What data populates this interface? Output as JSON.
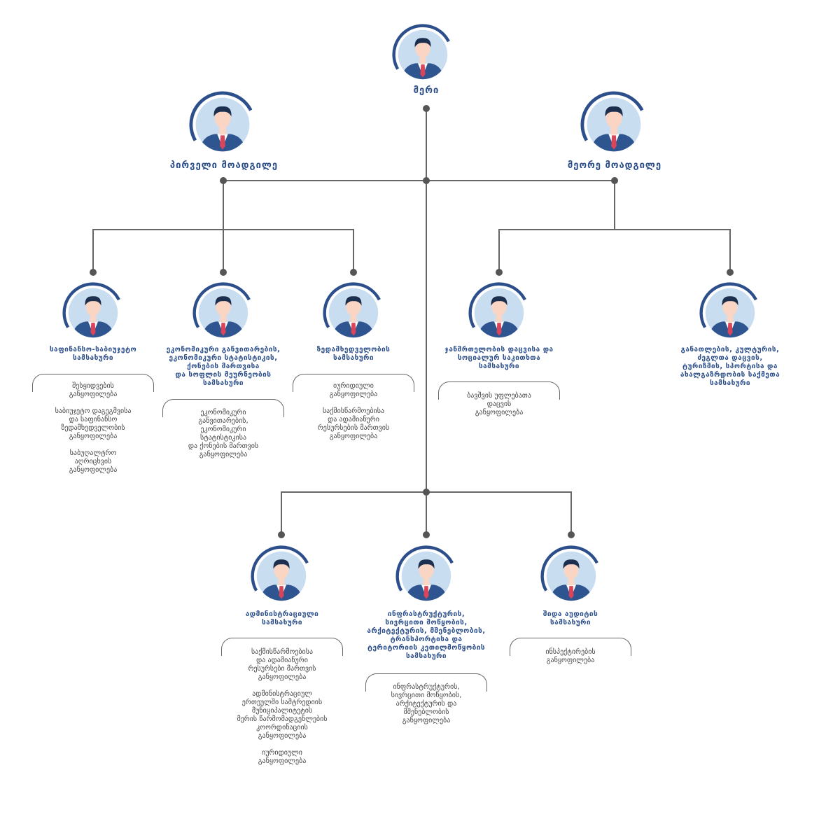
{
  "colors": {
    "title": "#2c4f8c",
    "line": "#666666",
    "ring": "#2c4f8c",
    "circle": "#c9ddf0",
    "suit": "#2f5590",
    "tie": "#d9455a",
    "skin": "#fbd5c4",
    "hair": "#1d2f4f"
  },
  "icon": "person-avatar-icon",
  "mayor": {
    "title": "მერი"
  },
  "deputy1": {
    "title": "პირველი მოადგილე"
  },
  "deputy2": {
    "title": "მეორე მოადგილე"
  },
  "finance": {
    "title": "საფინანსო-საბიუჯეტო\nსამსახური",
    "subs": [
      "შესყიდვების\nგანყოფილება",
      "საბიუჯეტო დაგეგმვისა\nდა საფინანსო\nზედამხედველობის\nგანყოფილება",
      "საბუღალტრო\nაღრიცხვის\nგანყოფილება"
    ]
  },
  "economy": {
    "title": "ეკონომიკური განვითარების,\nეკონომიკური სტატისტიკის,\nქონების მართვისა\nდა სოფლის მეურნეობის\nსამსახური",
    "subs": [
      "ეკონომიკური\nგანვითარების,\nეკონომიკური\nსტატისტიკისა\nდა ქონების მართვის\nგანყოფილება"
    ]
  },
  "supervision": {
    "title": "ზედამხედველობის\nსამსახური",
    "subs": [
      "იურიდიული\nგანყოფილება",
      "საქმისწარმოებისა\nდა ადამიანური\nრესურსების მართვის\nგანყოფილება"
    ]
  },
  "health": {
    "title": "ჯანმრთელობის დაცვისა და\nსოციალურ საკითხთა\nსამსახური",
    "subs": [
      "ბავშვის უფლებათა\nდაცვის\nგანყოფილება"
    ]
  },
  "education": {
    "title": "განათლების, კულტურის,\nძეგლთა დაცვის,\nტურიზმის, სპორტისა და\nახალგაზრდობის საქმეთა\nსამსახური",
    "subs": []
  },
  "admin": {
    "title": "ადმინისტრაციული\nსამსახური",
    "subs": [
      "საქმისწარმოებისა\nდა ადამიანური\nრესურსები მართვის\nგანყოფილება",
      "ადმინისტრაციულ\nერთეულში სამტრედიის\nმუნიციპალიტეტის\nმერის წარმომადგენლების\nკოორდინაციის\nგანყოფილება",
      "იურიდიული\nგანყოფილება"
    ]
  },
  "infra": {
    "title": "ინფრასტრუქტურის,\nსივრცითი მოწყობის,\nარქიტექტურის, მშენებლობის,\nტრანსპორტისა და\nტერიტორიის კეთილმოწყობის\nსამსახური",
    "subs": [
      "ინფრასტრუქტურის,\nსივრცითი მოწყობის,\nარქიტექტურის და\nმშენებლობის\nგანყოფილება"
    ]
  },
  "audit": {
    "title": "შიდა აუდიტის\nსამსახური",
    "subs": [
      "ინსპექტირების\nგანყოფილება"
    ]
  }
}
